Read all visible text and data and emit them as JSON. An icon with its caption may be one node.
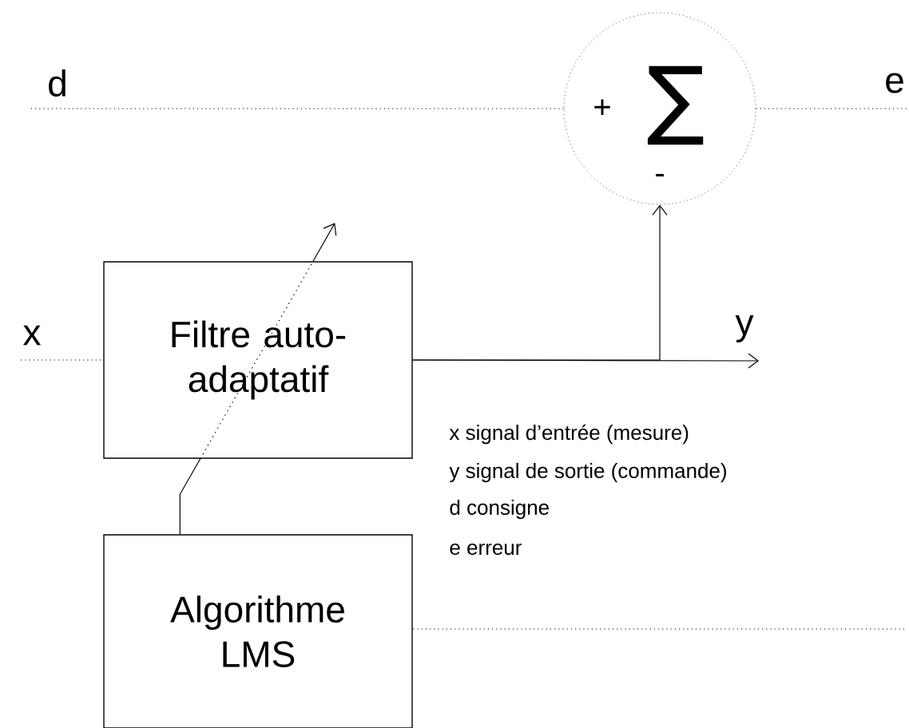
{
  "diagram": {
    "nodes": [
      {
        "text": [
          "Filtre auto-adaptatif"
        ]
      },
      {
        "text": [
          "Algorithme LMS"
        ]
      },
      {
        "text": [
          "+",
          "∑",
          "-"
        ]
      },
      {
        "text": [
          "x"
        ]
      },
      {
        "text": [
          "d"
        ]
      },
      {
        "text": [
          "e"
        ]
      },
      {
        "text": [
          "y"
        ]
      }
    ],
    "edges": [
      {
        "from": 3,
        "to": 0,
        "arrow": "none",
        "style": "dashed"
      },
      {
        "from": 4,
        "to": 2,
        "arrow": "none",
        "style": "dashed"
      },
      {
        "from": 2,
        "to": 5,
        "arrow": "none",
        "style": "dashed"
      },
      {
        "from": 0,
        "to": 6,
        "arrow": "to"
      },
      {
        "from": 0,
        "to": 2,
        "arrow": "to"
      },
      {
        "from": 1,
        "to": 0,
        "arrow": "to",
        "style": "dashed"
      },
      {
        "from": null,
        "to": 1,
        "arrow": "none",
        "style": "dashed"
      }
    ],
    "labels": [
      "x signal d’entrée (mesure)",
      "y signal de sortie (commande)",
      "d consigne",
      "e erreur"
    ]
  }
}
